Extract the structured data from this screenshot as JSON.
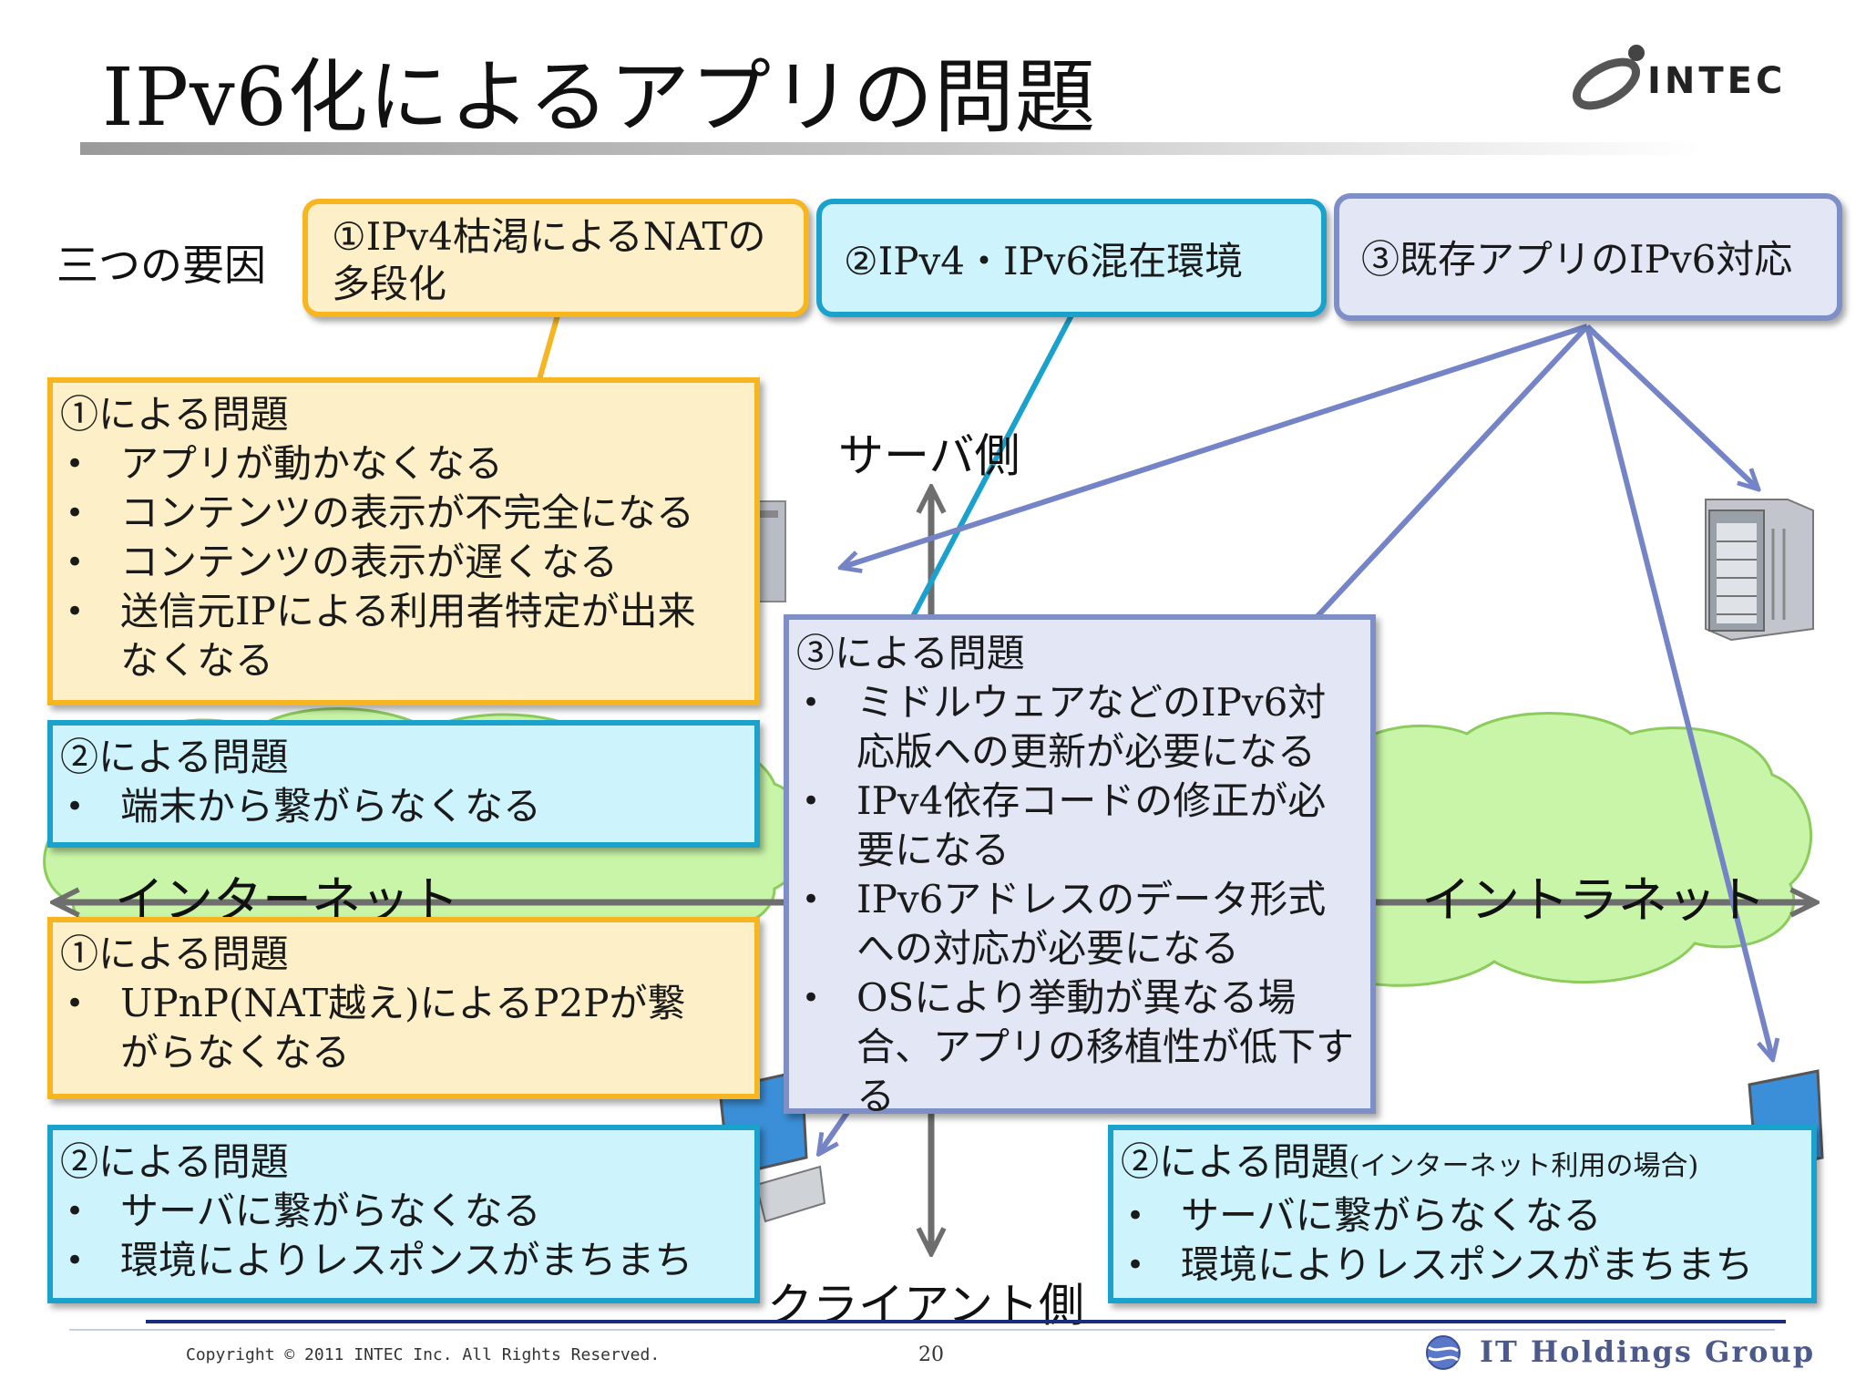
{
  "slide": {
    "title": "IPv6化によるアプリの問題",
    "logo_text": "INTEC",
    "factors_label": "三つの要因",
    "page_number": "20",
    "copyright": "Copyright © 2011 INTEC Inc. All Rights Reserved.",
    "group_name": "IT Holdings Group"
  },
  "factors": [
    {
      "label": "①IPv4枯渇によるNATの\n多段化",
      "color": "#f6b521"
    },
    {
      "label": "②IPv4・IPv6混在環境",
      "color": "#1aa2cc"
    },
    {
      "label": "③既存アプリのIPv6対応",
      "color": "#7e8ec7"
    }
  ],
  "diagram": {
    "server_side": "サーバ側",
    "client_side": "クライアント側",
    "internet": "インターネット",
    "intranet": "イントラネット"
  },
  "callouts": {
    "server_nat": {
      "heading": "①による問題",
      "items": [
        "アプリが動かなくなる",
        "コンテンツの表示が不完全になる",
        "コンテンツの表示が遅くなる",
        "送信元IPによる利用者特定が出来なくなる"
      ]
    },
    "server_mixed": {
      "heading": "②による問題",
      "items": [
        "端末から繋がらなくなる"
      ]
    },
    "client_nat": {
      "heading": "①による問題",
      "items": [
        "UPnP(NAT越え)によるP2Pが繋がらなくなる"
      ]
    },
    "client_mixed": {
      "heading": "②による問題",
      "items": [
        "サーバに繋がらなくなる",
        "環境によりレスポンスがまちまち"
      ]
    },
    "app": {
      "heading": "③による問題",
      "items": [
        "ミドルウェアなどのIPv6対応版への更新が必要になる",
        "IPv4依存コードの修正が必要になる",
        "IPv6アドレスのデータ形式への対応が必要になる",
        "OSにより挙動が異なる場合、アプリの移植性が低下する"
      ]
    },
    "intranet_mixed": {
      "heading": "②による問題",
      "heading_note": "(インターネット利用の場合)",
      "items": [
        "サーバに繋がらなくなる",
        "環境によりレスポンスがまちまち"
      ]
    }
  },
  "colors": {
    "orange_fill": "#fdf0c8",
    "orange_border": "#f6b521",
    "cyan_fill": "#cdf3fc",
    "cyan_border": "#1aa2cc",
    "lavender_fill": "#e3e6f5",
    "lavender_border": "#7e8ec7",
    "cloud_fill": "#c9f5a8"
  }
}
